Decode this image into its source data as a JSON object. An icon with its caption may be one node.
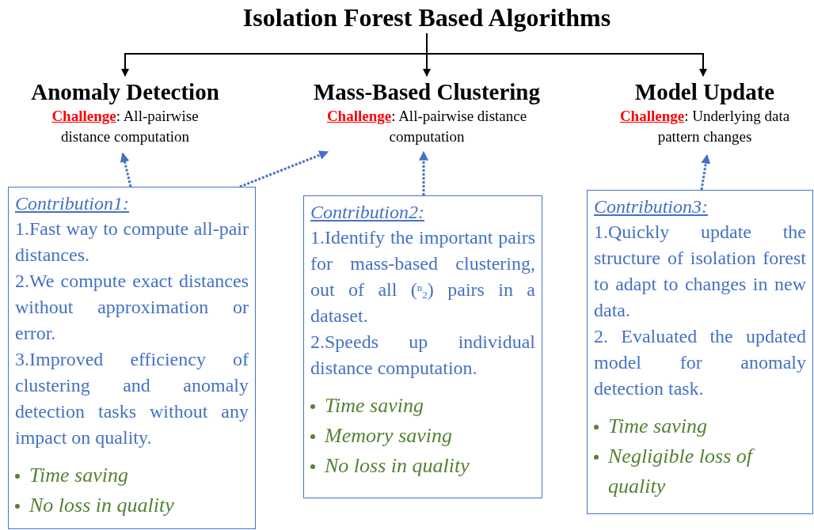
{
  "diagram": {
    "nodes": [
      {
        "text": [
          "Isolation Forest Based Algorithms"
        ]
      },
      {
        "text": [
          "Anomaly Detection",
          "**Challenge**: All-pairwise distance computation"
        ]
      },
      {
        "text": [
          "Mass-Based Clustering",
          "**Challenge**: All-pairwise distance computation"
        ]
      },
      {
        "text": [
          "Model Update",
          "**Challenge**: Underlying data pattern changes"
        ]
      },
      {
        "text": [
          "Contribution1:",
          "1.Fast way to compute all-pair distances.",
          "2.We compute exact distances without approximation or error.",
          "3.Improved efficiency of clustering and anomaly detection tasks without any impact on quality.",
          "Time saving",
          "No loss in quality"
        ]
      },
      {
        "text": [
          "Contribution2:",
          "1.Identify the important pairs for mass-based clustering, out of all ($^{n}$$_{2}$) pairs in a dataset.",
          "2.Speeds up individual distance computation.",
          "Time saving",
          "Memory saving",
          "No loss in quality"
        ]
      },
      {
        "text": [
          "Contribution3:",
          "1.Quickly update the structure of isolation forest to adapt to changes in new data.",
          "2. Evaluated the updated model for anomaly detection task.",
          "Time saving",
          "Negligible loss of quality"
        ]
      }
    ],
    "edges": [
      {
        "from": 0,
        "to": 1,
        "arrow": "to",
        "color": "#000000"
      },
      {
        "from": 0,
        "to": 2,
        "arrow": "to",
        "color": "#000000"
      },
      {
        "from": 0,
        "to": 3,
        "arrow": "to",
        "color": "#000000"
      },
      {
        "from": 4,
        "to": 1,
        "arrow": "to",
        "style": "dashed"
      },
      {
        "from": 4,
        "to": 2,
        "arrow": "to",
        "style": "dashed"
      },
      {
        "from": 5,
        "to": 2,
        "arrow": "to",
        "style": "dashed"
      },
      {
        "from": 6,
        "to": 3,
        "arrow": "to",
        "style": "dashed"
      }
    ]
  }
}
